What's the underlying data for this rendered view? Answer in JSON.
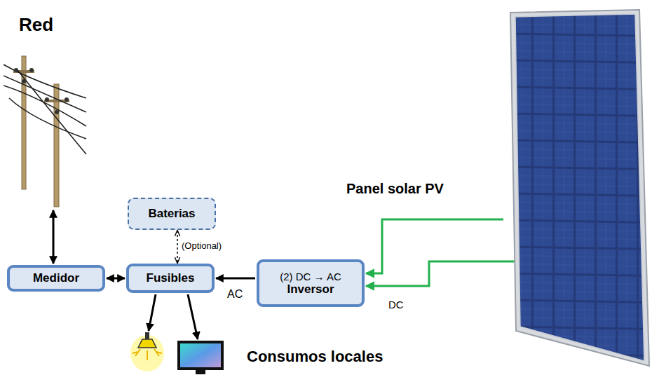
{
  "diagram": {
    "nodes": [
      {
        "text": [
          "Red"
        ]
      },
      {
        "text": [
          "Baterias"
        ]
      },
      {
        "text": [
          "Medidor"
        ]
      },
      {
        "text": [
          "Fusibles"
        ]
      },
      {
        "text": [
          "(2) DC → AC",
          "Inversor"
        ]
      },
      {
        "text": [
          "Panel solar PV"
        ]
      },
      {
        "text": [
          "Consumos locales"
        ]
      }
    ],
    "edges": [
      {
        "from": 0,
        "to": 2,
        "arrow": "both"
      },
      {
        "from": 2,
        "to": 3,
        "arrow": "both"
      },
      {
        "from": 1,
        "to": 3,
        "label": "(Optional)",
        "arrow": "both"
      },
      {
        "from": 4,
        "to": 3,
        "label": "AC",
        "arrow": "to"
      },
      {
        "from": 5,
        "to": 4,
        "arrow": "to"
      },
      {
        "from": 5,
        "to": 4,
        "label": "DC",
        "arrow": "to"
      },
      {
        "from": 3,
        "to": 6,
        "arrow": "to"
      },
      {
        "from": 3,
        "to": 6,
        "arrow": "to"
      }
    ]
  }
}
